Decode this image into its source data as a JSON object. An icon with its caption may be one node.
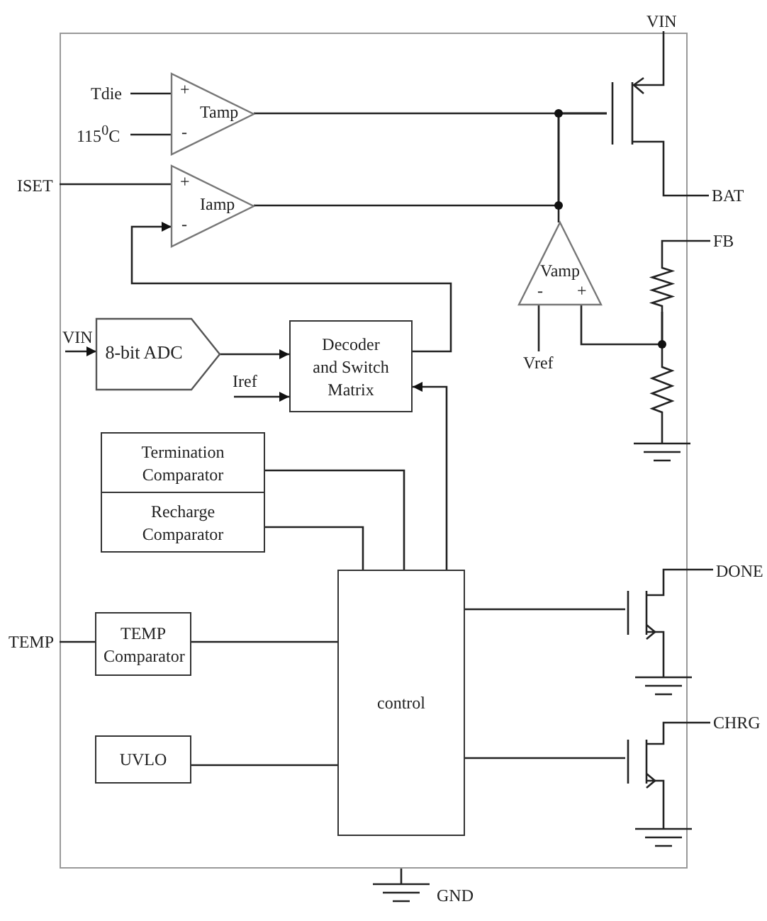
{
  "diagram": {
    "nodes": [
      {
        "text": [
          "VIN"
        ]
      },
      {
        "text": [
          "Tdie"
        ]
      },
      {
        "text": [
          "115$^{0}$C"
        ]
      },
      {
        "text": [
          "+",
          "Tamp",
          "-"
        ]
      },
      {
        "text": [],
        "shape": "transistor"
      },
      {
        "text": [
          "ISET"
        ]
      },
      {
        "text": [
          "+",
          "Iamp",
          "-"
        ]
      },
      {
        "text": [
          "BAT"
        ]
      },
      {
        "text": [
          "Vamp",
          "-",
          "+"
        ]
      },
      {
        "text": [
          "FB"
        ]
      },
      {
        "text": [],
        "shape": "resistor"
      },
      {
        "text": [
          "VIN"
        ]
      },
      {
        "text": [
          "8-bit ADC"
        ]
      },
      {
        "text": [
          "Decoder and Switch Matrix"
        ]
      },
      {
        "text": [
          "Iref"
        ]
      },
      {
        "text": [
          "Vref"
        ]
      },
      {
        "text": [],
        "shape": "resistor"
      },
      {
        "text": [
          "Termination Comparator"
        ]
      },
      {
        "text": [
          "Recharge Comparator"
        ]
      },
      {
        "text": [
          "control"
        ]
      },
      {
        "text": [
          "DONE"
        ]
      },
      {
        "text": [],
        "shape": "transistor"
      },
      {
        "text": [
          "TEMP"
        ]
      },
      {
        "text": [
          "TEMP Comparator"
        ]
      },
      {
        "text": [
          "CHRG"
        ]
      },
      {
        "text": [
          "UVLO"
        ]
      },
      {
        "text": [],
        "shape": "transistor"
      }
    ],
    "edges": [
      {
        "from": 0,
        "to": 4,
        "arrow": "none"
      },
      {
        "from": 4,
        "to": 7,
        "arrow": "none"
      },
      {
        "from": 1,
        "to": 3,
        "arrow": "none"
      },
      {
        "from": 2,
        "to": 3,
        "arrow": "none"
      },
      {
        "from": 3,
        "to": 4,
        "arrow": "none"
      },
      {
        "from": 5,
        "to": 6,
        "arrow": "none"
      },
      {
        "from": 6,
        "to": 4,
        "arrow": "none"
      },
      {
        "from": 8,
        "to": 4,
        "arrow": "none"
      },
      {
        "from": 13,
        "to": 6,
        "arrow": "to"
      },
      {
        "from": 19,
        "to": 13,
        "arrow": "to"
      },
      {
        "from": 11,
        "to": 12,
        "arrow": "to"
      },
      {
        "from": 12,
        "to": 13,
        "arrow": "to"
      },
      {
        "from": 14,
        "to": 13,
        "arrow": "to"
      },
      {
        "from": 15,
        "to": 8,
        "arrow": "none"
      },
      {
        "from": 9,
        "to": 10,
        "arrow": "none"
      },
      {
        "from": 10,
        "to": 16,
        "arrow": "none"
      },
      {
        "from": 10,
        "to": 8,
        "arrow": "none"
      },
      {
        "from": 17,
        "to": 19,
        "arrow": "none"
      },
      {
        "from": 18,
        "to": 19,
        "arrow": "none"
      },
      {
        "from": 22,
        "to": 23,
        "arrow": "none"
      },
      {
        "from": 23,
        "to": 19,
        "arrow": "none"
      },
      {
        "from": 25,
        "to": 19,
        "arrow": "none"
      },
      {
        "from": 19,
        "to": 21,
        "arrow": "none"
      },
      {
        "from": 21,
        "to": 20,
        "arrow": "none"
      },
      {
        "from": 19,
        "to": 26,
        "arrow": "none"
      },
      {
        "from": 26,
        "to": 24,
        "arrow": "none"
      }
    ],
    "labels": [
      "GND"
    ]
  }
}
